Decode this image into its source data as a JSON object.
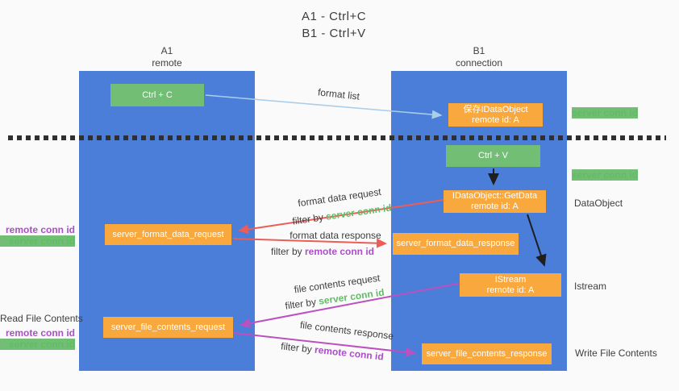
{
  "title": {
    "line1": "A1 - Ctrl+C",
    "line2": "B1 - Ctrl+V"
  },
  "lanes": {
    "left": {
      "name": "A1",
      "role": "remote"
    },
    "right": {
      "name": "B1",
      "role": "connection"
    }
  },
  "nodes": {
    "ctrl_c": "Ctrl + C",
    "ctrl_v": "Ctrl + V",
    "save_idataobject": {
      "line1": "保存IDataObject",
      "line2": "remote id: A"
    },
    "getdata": {
      "line1": "IDataObject::GetData",
      "line2": "remote id: A"
    },
    "istream": {
      "line1": "IStream",
      "line2": "remote id: A"
    },
    "format_request": "server_format_data_request",
    "format_response": "server_format_data_response",
    "file_request": "server_file_contents_request",
    "file_response": "server_file_contents_response"
  },
  "flow_labels": {
    "format_list": "format list",
    "format_data_request": "format data request",
    "format_data_response": "format data response",
    "file_contents_request": "file contents request",
    "file_contents_response": "file contents response",
    "filter_by": "filter by ",
    "server_conn_id": "server conn id",
    "remote_conn_id": "remote conn id"
  },
  "side_labels": {
    "server_conn_id": "server conn id",
    "remote_conn_id": "remote conn id",
    "data_object": "DataObject",
    "istream": "Istream",
    "read_file_contents": "Read File Contents",
    "write_file_contents": "Write File Contents"
  },
  "colors": {
    "lane_blue": "#4a7ed8",
    "node_green": "#71be74",
    "node_orange": "#f8a83d",
    "arrow_light_blue": "#a9cdeb",
    "arrow_salmon": "#ec5d58",
    "arrow_magenta": "#bc50c0",
    "arrow_black": "#1f1f1f",
    "text_green": "#62bc66",
    "text_purple": "#ab4ec8",
    "background": "#fafafa"
  }
}
